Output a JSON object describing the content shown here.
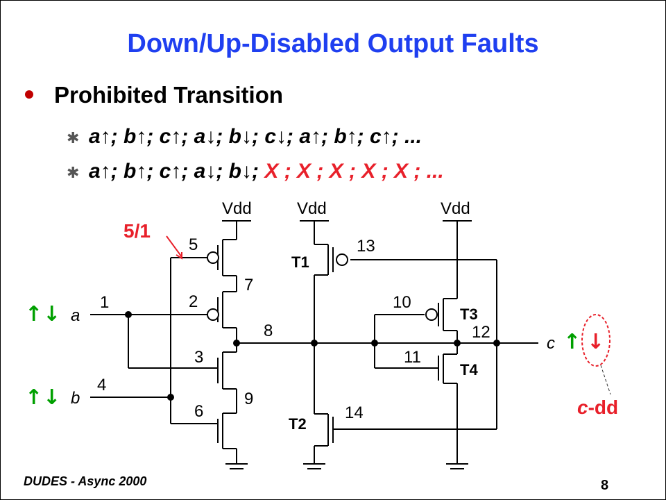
{
  "title": "Down/Up-Disabled Output Faults",
  "section": {
    "heading": "Prohibited Transition",
    "line1_text": "a↑; b↑; c↑; a↓; b↓; c↓; a↑; b↑; c↑; ...",
    "line2_black": "a↑; b↑; c↑; a↓; b↓; ",
    "line2_red": "X ; X ; X ; X ; X ; ..."
  },
  "circuit": {
    "vdd": "Vdd",
    "node_labels": [
      "5",
      "7",
      "2",
      "3",
      "9",
      "6",
      "1",
      "4",
      "8",
      "10",
      "11",
      "12",
      "13",
      "14"
    ],
    "transistor_labels": [
      "T1",
      "T2",
      "T3",
      "T4"
    ],
    "input_a": "a",
    "input_b": "b",
    "output_c": "c",
    "fault_label": "5/1",
    "fault_output_prefix": "c",
    "fault_output_suffix": "-dd",
    "up_arrow": "↑",
    "down_arrow": "↓"
  },
  "colors": {
    "title": "#1f3ff0",
    "fault": "#e8202a",
    "arrow": "#00a000"
  },
  "footer": {
    "left": "DUDES - Async 2000",
    "page": "8"
  }
}
